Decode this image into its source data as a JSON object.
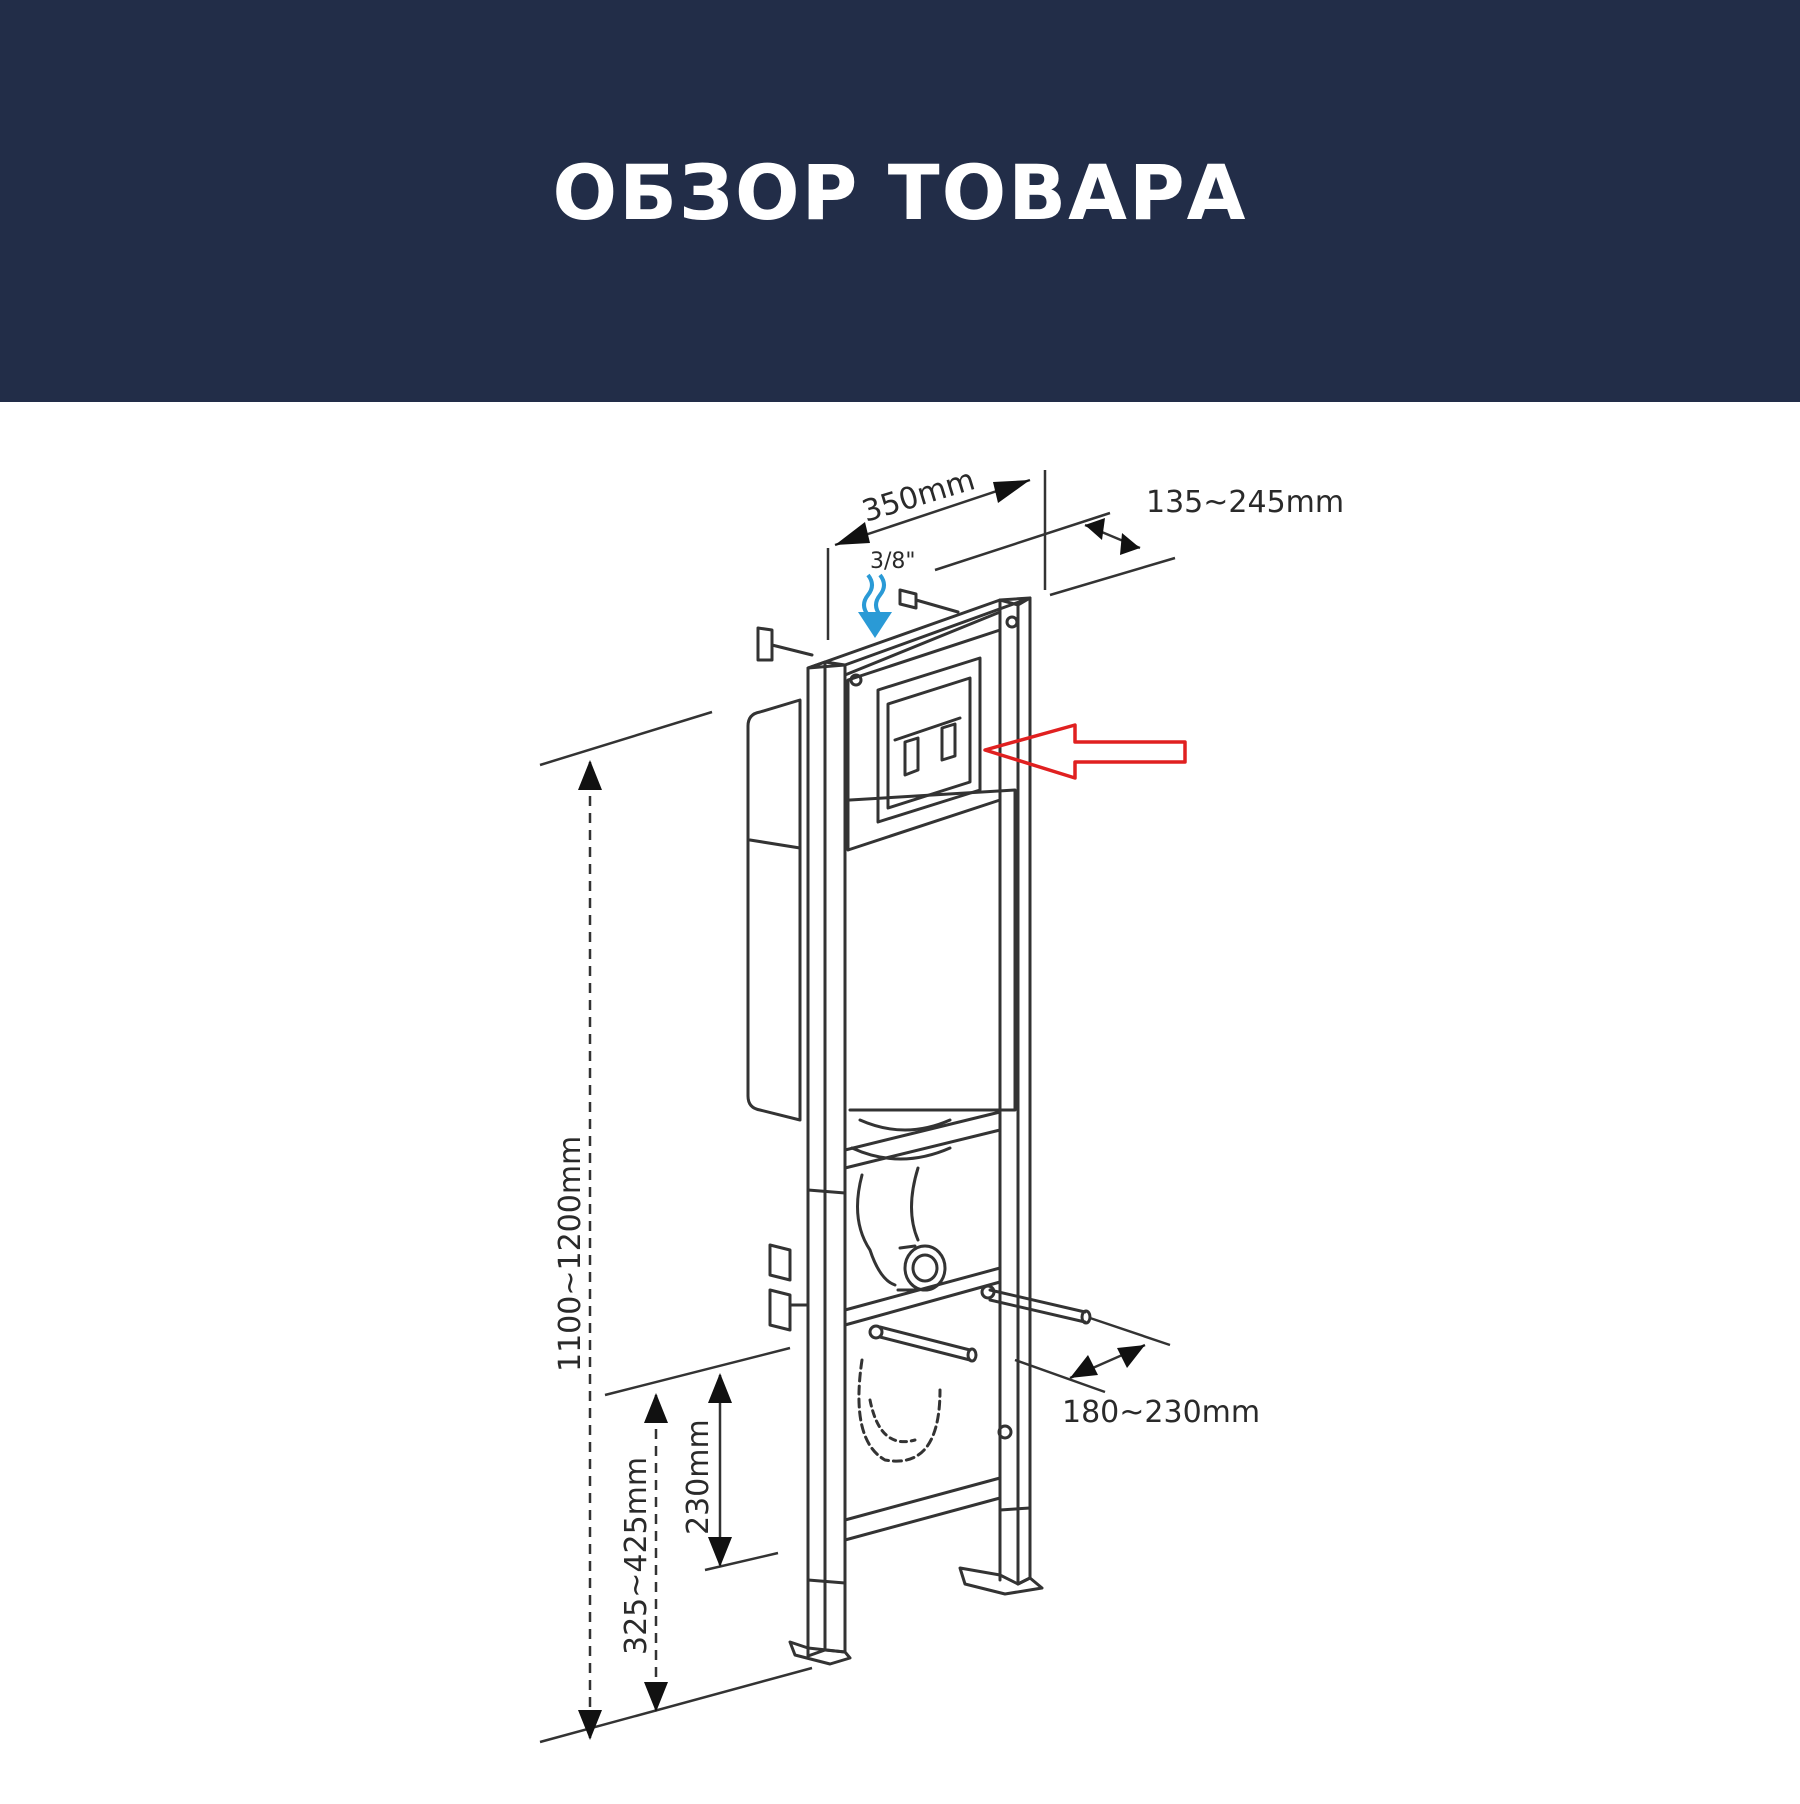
{
  "header": {
    "title": "ОБЗОР ТОВАРА"
  },
  "colors": {
    "banner": "#222d48",
    "title": "#ffffff",
    "line": "#333333",
    "water_arrow": "#2a9ad6",
    "highlight_arrow": "#e02020"
  },
  "diagram": {
    "width_label": "350mm",
    "depth_label": "135~245mm",
    "water_inlet_label": "3/8\"",
    "height_label": "1100~1200mm",
    "floor_to_outlet_label": "325~425mm",
    "bolt_spacing_label": "230mm",
    "studs_label": "180~230mm"
  }
}
